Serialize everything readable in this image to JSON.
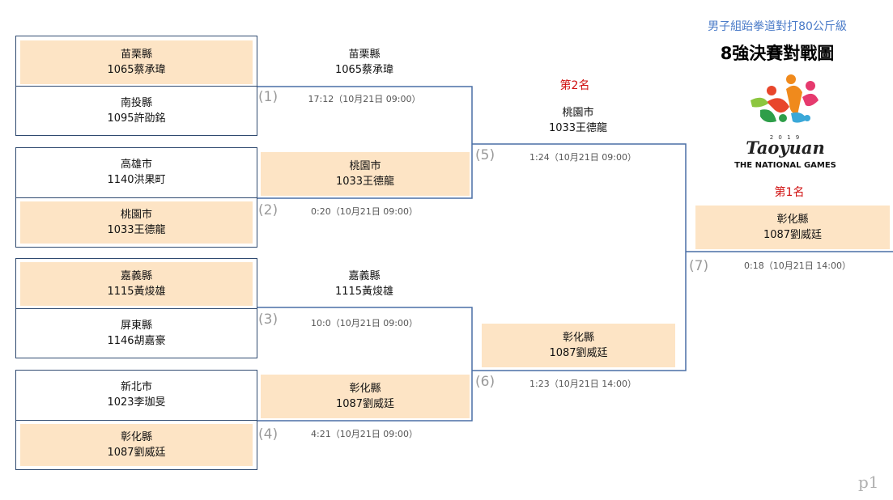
{
  "header": {
    "subtitle": "男子組跆拳道對打80公斤級",
    "title": "8強決賽對戰圖",
    "logo_year": "2 0 1 9",
    "logo_city": "Taoyuan",
    "logo_caption": "THE NATIONAL GAMES"
  },
  "round1": [
    {
      "team": "苗栗縣",
      "player": "1065蔡承瑋"
    },
    {
      "team": "南投縣",
      "player": "1095許劭銘"
    },
    {
      "team": "高雄市",
      "player": "1140洪果町"
    },
    {
      "team": "桃園市",
      "player": "1033王德龍"
    },
    {
      "team": "嘉義縣",
      "player": "1115黃焌雄"
    },
    {
      "team": "屏東縣",
      "player": "1146胡嘉豪"
    },
    {
      "team": "新北市",
      "player": "1023李珈旻"
    },
    {
      "team": "彰化縣",
      "player": "1087劉威廷"
    }
  ],
  "semis": [
    {
      "team": "苗栗縣",
      "player": "1065蔡承瑋"
    },
    {
      "team": "桃園市",
      "player": "1033王德龍"
    },
    {
      "team": "嘉義縣",
      "player": "1115黃焌雄"
    },
    {
      "team": "彰化縣",
      "player": "1087劉威廷"
    }
  ],
  "finals": [
    {
      "team": "桃園市",
      "player": "1033王德龍"
    },
    {
      "team": "彰化縣",
      "player": "1087劉威廷"
    }
  ],
  "champion": {
    "team": "彰化縣",
    "player": "1087劉威廷"
  },
  "places": {
    "first": "第1名",
    "second": "第2名"
  },
  "matches": [
    {
      "no": "(1)",
      "result": "17:12（10月21日 09:00）"
    },
    {
      "no": "(2)",
      "result": "0:20（10月21日 09:00）"
    },
    {
      "no": "(3)",
      "result": "10:0（10月21日 09:00）"
    },
    {
      "no": "(4)",
      "result": "4:21（10月21日 09:00）"
    },
    {
      "no": "(5)",
      "result": "1:24（10月21日 09:00）"
    },
    {
      "no": "(6)",
      "result": "1:23（10月21日 14:00）"
    },
    {
      "no": "(7)",
      "result": "0:18（10月21日 14:00）"
    }
  ],
  "page_label": "p1",
  "colors": {
    "highlight": "#fde4c5",
    "border": "#2f4a70",
    "line": "#4a6fa5",
    "accent_red": "#d01010",
    "subtitle_blue": "#4a7bc8"
  }
}
